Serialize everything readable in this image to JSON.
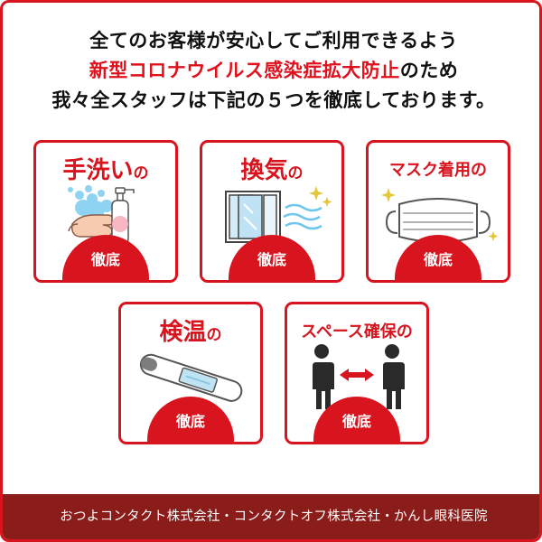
{
  "header": {
    "line1": "全てのお客様が安心してご利用できるよう",
    "line2_red": "新型コロナウイルス感染症拡大防止",
    "line2_rest": "のため",
    "line3": "我々全スタッフは下記の５つを徹底しております。"
  },
  "cards": [
    {
      "title_main": "手洗い",
      "title_suffix": "の",
      "tab": "徹底",
      "icon": "handwash-icon"
    },
    {
      "title_main": "換気",
      "title_suffix": "の",
      "tab": "徹底",
      "icon": "ventilation-icon"
    },
    {
      "title_main": "マスク着用",
      "title_suffix": "の",
      "tab": "徹底",
      "icon": "mask-icon"
    },
    {
      "title_main": "検温",
      "title_suffix": "の",
      "tab": "徹底",
      "icon": "thermometer-icon"
    },
    {
      "title_main": "スペース確保",
      "title_suffix": "の",
      "tab": "徹底",
      "icon": "social-distance-icon"
    }
  ],
  "footer": {
    "text": "おつよコンタクト株式会社・コンタクトオフ株式会社・かんし眼科医院"
  },
  "colors": {
    "accent": "#d8141e",
    "footer_bg": "#8a1d1a",
    "text": "#111111"
  }
}
